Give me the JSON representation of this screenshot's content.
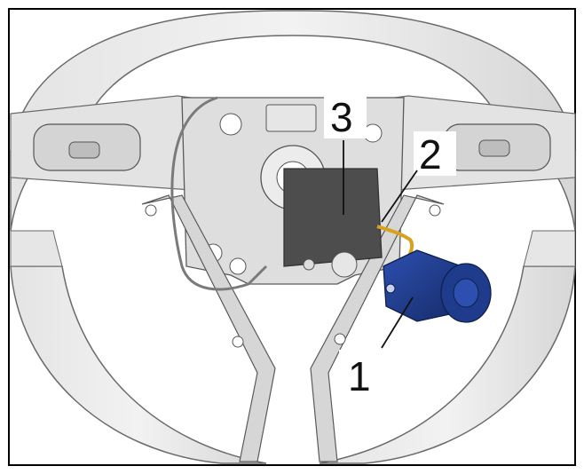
{
  "callouts": [
    {
      "id": "1",
      "label": "1",
      "part": "steering-wheel-vibration-motor"
    },
    {
      "id": "2",
      "label": "2",
      "part": "electrical-connector-wire"
    },
    {
      "id": "3",
      "label": "3",
      "part": "control-unit"
    }
  ],
  "colors": {
    "frame": "#000000",
    "wheel_rim": "#d9d9d9",
    "spokes": "#cfcfcf",
    "control_unit": "#4d4d4d",
    "motor": "#1f3b8c",
    "wire": "#d9a21e",
    "background": "#ffffff"
  }
}
